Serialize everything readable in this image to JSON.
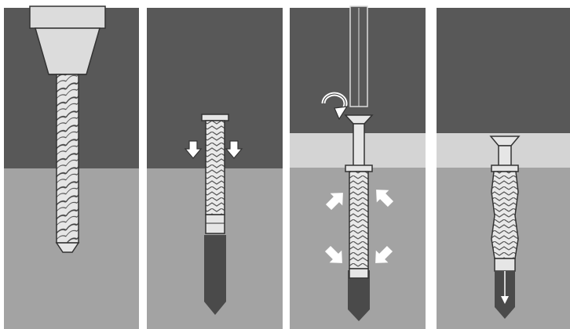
{
  "figure": {
    "steps": [
      {
        "id": "step-1",
        "content": [
          "drill-chuck",
          "drill-bit",
          "wall"
        ]
      },
      {
        "id": "step-2",
        "content": [
          "wall-plug",
          "down-arrows",
          "drilled-hole"
        ]
      },
      {
        "id": "step-3",
        "content": [
          "screwdriver",
          "rotate-arrow",
          "screw",
          "plaster-board",
          "expand-arrows"
        ]
      },
      {
        "id": "step-4",
        "content": [
          "screw-head",
          "plaster-board",
          "expanded-plug"
        ]
      }
    ],
    "icons": [
      "rotate-clockwise-icon",
      "down-arrow-icon",
      "expand-arrow-icon"
    ],
    "colors": {
      "background": "#ffffff",
      "upper_wall": "#585858",
      "lower_wall": "#a3a3a3",
      "board": "#d4d4d4",
      "hole": "#4a4a4a",
      "metal": "#d8d8d8",
      "outline": "#333333",
      "arrow_fill": "#ffffff"
    }
  }
}
